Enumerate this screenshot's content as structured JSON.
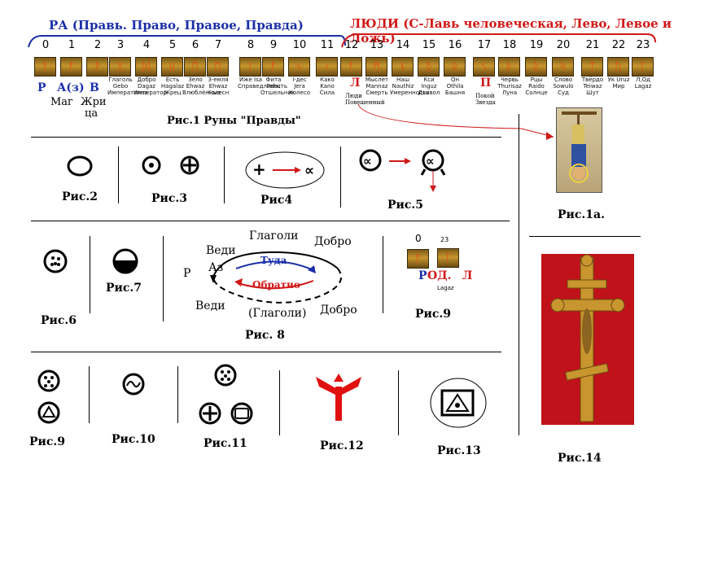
{
  "header": {
    "ra": "РА  (Правь. Право, Правое, Правда)",
    "ludi": "ЛЮДИ (С-Лавь человеческая, Лево, Левое и Ложь)"
  },
  "runes": [
    {
      "n": "0",
      "cap": ""
    },
    {
      "n": "1",
      "cap": ""
    },
    {
      "n": "2",
      "cap": ""
    },
    {
      "n": "3",
      "cap": "Глаголь Gebo Имперaтоnnа"
    },
    {
      "n": "4",
      "cap": "Добро Dagaz Имперaтор"
    },
    {
      "n": "5",
      "cap": "Есть Hagalaz Жрец"
    },
    {
      "n": "6",
      "cap": "Зело Ehwaz Влюблённые"
    },
    {
      "n": "7",
      "cap": "З-емля Ehwaz Колесн"
    },
    {
      "n": "8",
      "cap": "Иже Isa Справедливость"
    },
    {
      "n": "9",
      "cap": "Фита Fehu Отшельник"
    },
    {
      "n": "10",
      "cap": "I-дес Jera Колесо"
    },
    {
      "n": "11",
      "cap": "Како Kano Сила"
    },
    {
      "n": "12",
      "cap": ""
    },
    {
      "n": "13",
      "cap": "Мыслет Mannaz Смерть"
    },
    {
      "n": "14",
      "cap": "Наш Nauthiz Умеренность"
    },
    {
      "n": "15",
      "cap": "Кси Inguz Дьявол"
    },
    {
      "n": "16",
      "cap": "Он Othila Башня"
    },
    {
      "n": "17",
      "cap": ""
    },
    {
      "n": "18",
      "cap": "Червь Thurisaz Луна"
    },
    {
      "n": "19",
      "cap": "Рцы Raido Солнце"
    },
    {
      "n": "20",
      "cap": "Слово Sowulo Суд"
    },
    {
      "n": "21",
      "cap": "Твёрдо Teiwaz Шут"
    },
    {
      "n": "22",
      "cap": "Ук Uruz Мир"
    },
    {
      "n": "23",
      "cap": "Л,Од Lagaz"
    }
  ],
  "left_labels": {
    "r": "Р",
    "az": "А(з)",
    "v": "В",
    "mag": "Маг",
    "zhri": "Жри",
    "tsa": "ца"
  },
  "labels12": {
    "l": "Л",
    "ludi": "Люди Повешенный"
  },
  "labels17": {
    "p": "П",
    "pokoi": "Покой Звезда"
  },
  "fig1": "Рис.1 Руны \"Правды\"",
  "fig1a": "Рис.1а.",
  "fig2": "Рис.2",
  "fig3": "Рис.3",
  "fig4": "Рис4",
  "fig5": "Рис.5",
  "fig6": "Рис.6",
  "fig7": "Рис.7",
  "fig8": "Рис. 8",
  "fig9a": "Рис.9",
  "fig9b": "Рис.9",
  "fig10": "Рис.10",
  "fig11": "Рис.11",
  "fig12": "Рис.12",
  "fig13": "Рис.13",
  "fig14": "Рис.14",
  "diagram8": {
    "vedi_top": "Веди",
    "glagoli_top": "Глаголи",
    "dobro_top": "Добро",
    "az": "Аз",
    "r": "Р",
    "tuda": "Туда",
    "obratno": "Обратно",
    "vedi_bot": "Веди",
    "glagoli_bot": "(Глаголи)",
    "dobro_bot": "Добро"
  },
  "fig9_panel": {
    "n0": "0",
    "n23": "23",
    "p": "Р",
    "od": "ОД.",
    "l": "Л",
    "lagaz": "Lagaz"
  },
  "colors": {
    "blue": "#1a2fa8",
    "red": "#d01818",
    "rune_glyph": "#e04a10",
    "panel_red": "#c0121a"
  }
}
